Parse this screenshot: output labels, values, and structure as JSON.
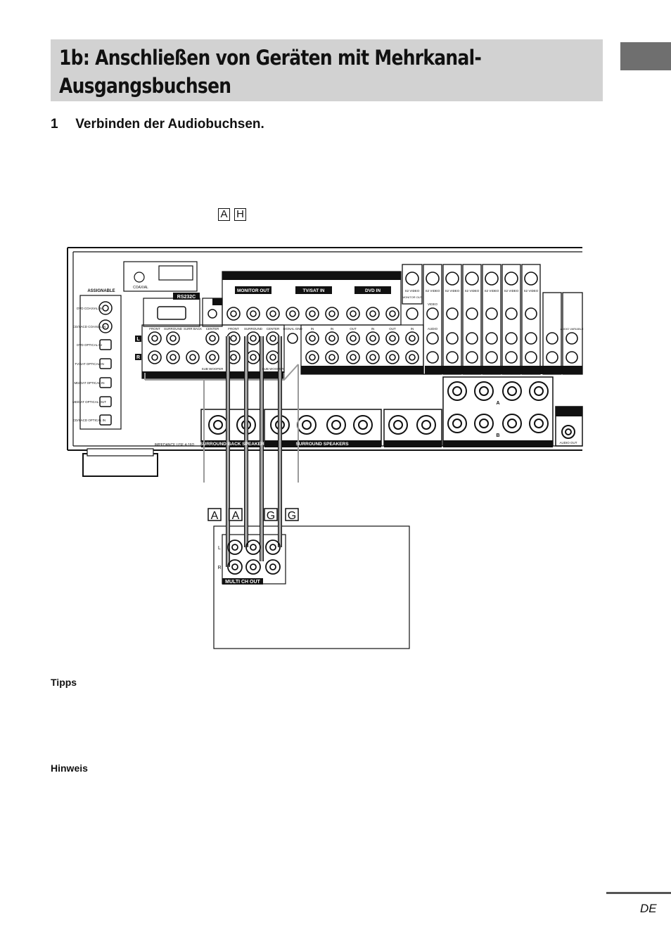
{
  "title": "1b: Anschließen von Geräten mit Mehrkanal-Ausgangsbuchsen",
  "title_line1": "1b: Anschließen von Geräten mit Mehrkanal-",
  "title_line2": "Ausgangsbuchsen",
  "step": {
    "number": "1",
    "text": "Verbinden der Audiobuchsen."
  },
  "callouts": {
    "top": [
      "A",
      "H"
    ],
    "bottom": [
      "A",
      "A",
      "G",
      "G"
    ],
    "speaker_a": "A",
    "speaker_b": "B",
    "lr_l": "L",
    "lr_r": "R"
  },
  "receiver": {
    "assignable": "ASSIGNABLE",
    "inputs": [
      "DVD COAXIAL IN",
      "CD/SACD COAXIAL IN",
      "DVD OPTICAL IN",
      "TV/SAT OPTICAL IN",
      "MD/DAT OPTICAL IN",
      "MD/DAT OPTICAL OUT",
      "CD/SACD OPTICAL IN"
    ],
    "coaxial": "COAXIAL",
    "rs232c": "RS232C",
    "monitor_out": "MONITOR OUT",
    "tv_sat_in": "TV/SAT IN",
    "dvd_in": "DVD IN",
    "front": "FRONT",
    "surround": "SURROUND",
    "surr_back": "SURR BACK",
    "center": "CENTER",
    "sub_woofer": "SUB WOOFER",
    "signal_gnd": "SIGNAL GND",
    "in": "IN",
    "out": "OUT",
    "s2_video": "S2 VIDEO",
    "monitor_out_small": "MONITOR OUT",
    "video": "VIDEO",
    "audio": "AUDIO",
    "audio_variable": "AUDIO VARIABLE",
    "audio_out": "AUDIO OUT",
    "impedance": "IMPEDANCE USE 4-16Ω",
    "surround_back_speaker": "SURROUND BACK SPEAKER",
    "surround_speakers": "SURROUND SPEAKERS"
  },
  "device": {
    "jack_label": "MULTI CH OUT",
    "l": "L",
    "r": "R"
  },
  "notes": {
    "tips": "Tipps",
    "hinweis": "Hinweis"
  },
  "footer": {
    "lang": "DE"
  }
}
